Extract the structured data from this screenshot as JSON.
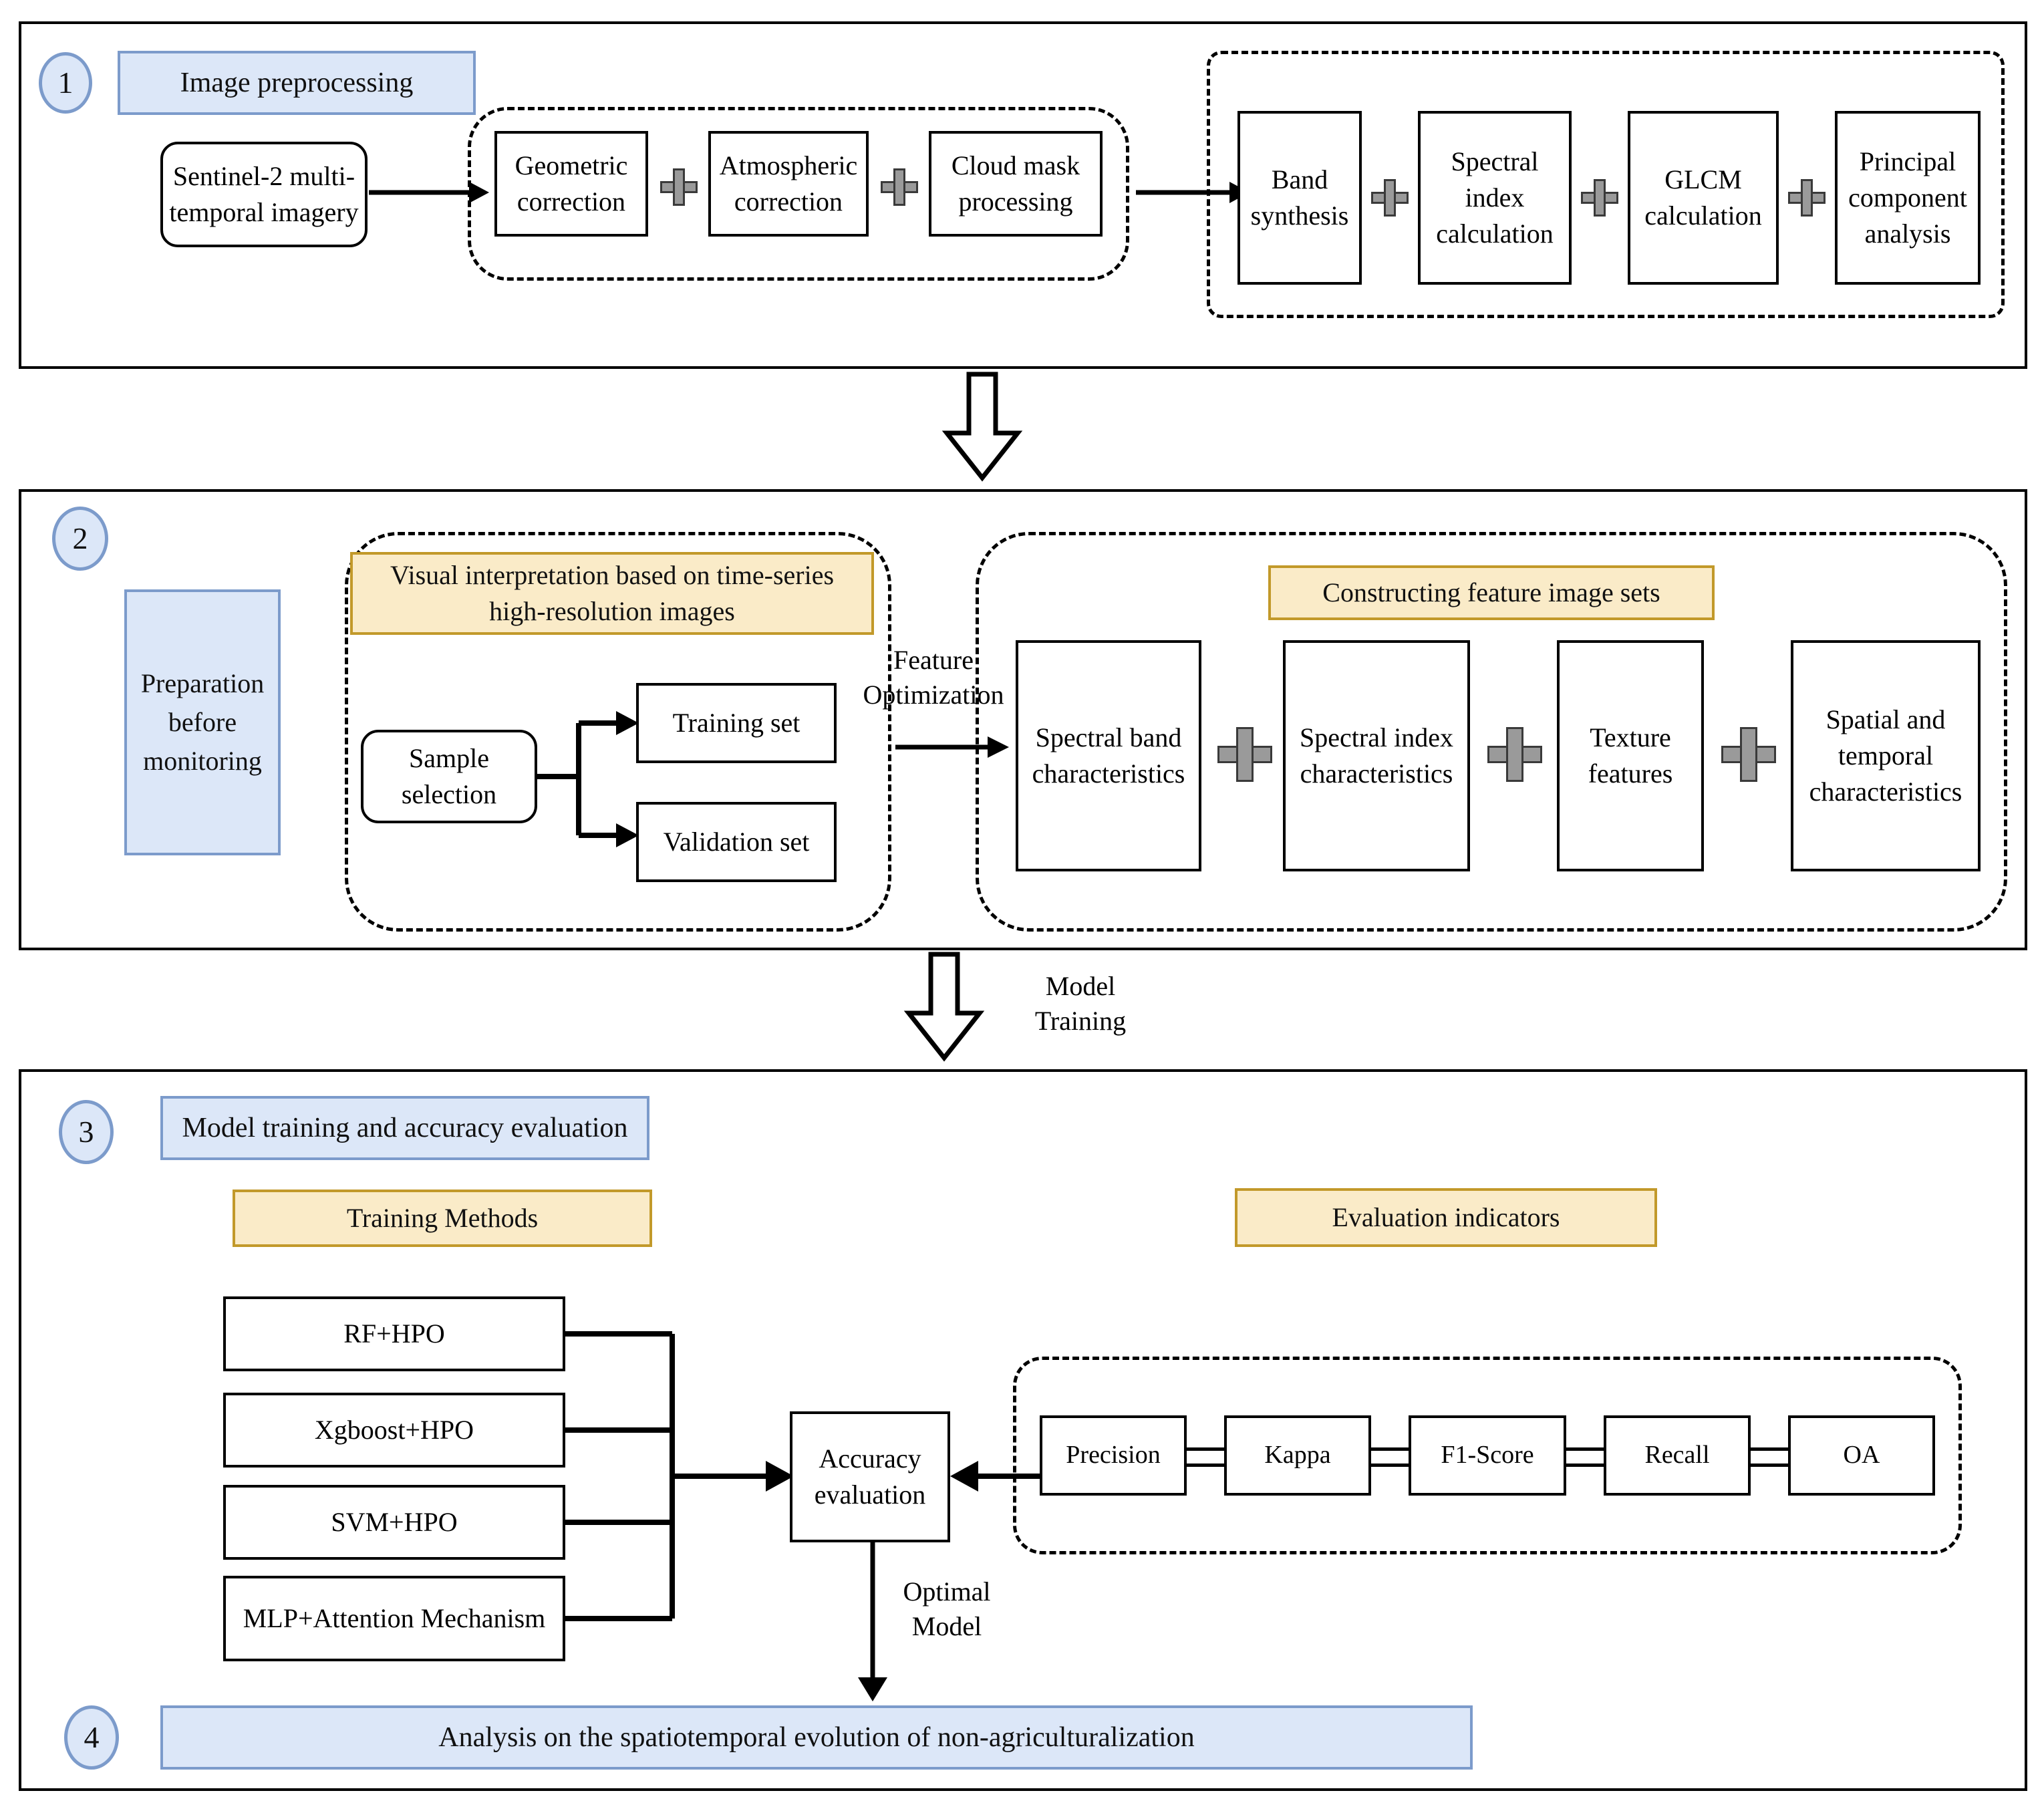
{
  "steps": {
    "one": "1",
    "two": "2",
    "three": "3",
    "four": "4"
  },
  "colors": {
    "blue_fill": "#DCE7F8",
    "blue_border": "#7C9BCB",
    "yellow_fill": "#FAEBC8",
    "yellow_border": "#C2992A",
    "line": "#000000",
    "plus_fill": "#9A9A9A"
  },
  "section1": {
    "banner": "Image preprocessing",
    "source": "Sentinel-2 multi-temporal imagery",
    "group_a": [
      "Geometric correction",
      "Atmospheric correction",
      "Cloud mask processing"
    ],
    "group_b": [
      "Band synthesis",
      "Spectral index calculation",
      "GLCM calculation",
      "Principal component analysis"
    ]
  },
  "section2": {
    "side_block": "Preparation before monitoring",
    "left_label": "Visual interpretation based on time-series high-resolution images",
    "sample": "Sample selection",
    "training_set": "Training set",
    "validation_set": "Validation set",
    "arrow_label": "Feature Optimization",
    "right_label": "Constructing feature image sets",
    "features": [
      "Spectral band characteristics",
      "Spectral index characteristics",
      "Texture features",
      "Spatial and temporal characteristics"
    ]
  },
  "between_2_3": {
    "arrow_label": "Model Training"
  },
  "section3": {
    "banner": "Model training and accuracy evaluation",
    "training_methods_label": "Training Methods",
    "methods": [
      "RF+HPO",
      "Xgboost+HPO",
      "SVM+HPO",
      "MLP+Attention Mechanism"
    ],
    "accuracy_node": "Accuracy evaluation",
    "optimal_label": "Optimal Model",
    "evaluation_label": "Evaluation indicators",
    "indicators": [
      "Precision",
      "Kappa",
      "F1-Score",
      "Recall",
      "OA"
    ]
  },
  "section4": {
    "banner": "Analysis on the spatiotemporal evolution of non-agriculturalization"
  }
}
